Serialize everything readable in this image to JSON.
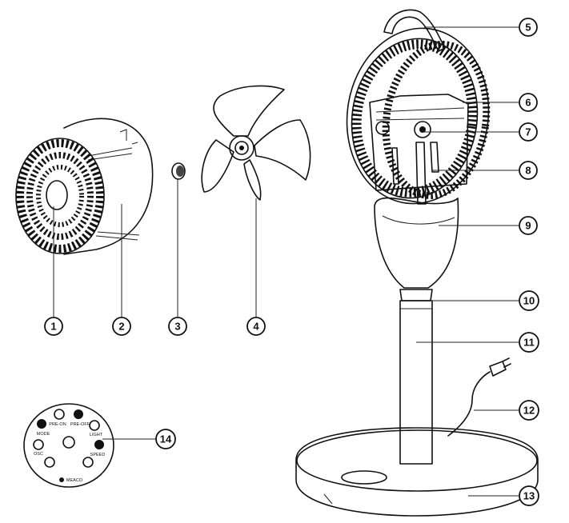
{
  "callouts": [
    {
      "n": "1"
    },
    {
      "n": "2"
    },
    {
      "n": "3"
    },
    {
      "n": "4"
    },
    {
      "n": "5"
    },
    {
      "n": "6"
    },
    {
      "n": "7"
    },
    {
      "n": "8"
    },
    {
      "n": "9"
    },
    {
      "n": "10"
    },
    {
      "n": "11"
    },
    {
      "n": "12"
    },
    {
      "n": "13"
    },
    {
      "n": "14"
    }
  ],
  "remote": {
    "labels": {
      "pre_on": "PRE-ON",
      "pre_off": "PRE-OFF",
      "mode": "MODE",
      "light": "LIGHT",
      "osc": "OSC",
      "speed": "SPEED",
      "brand": "MEACO"
    }
  }
}
